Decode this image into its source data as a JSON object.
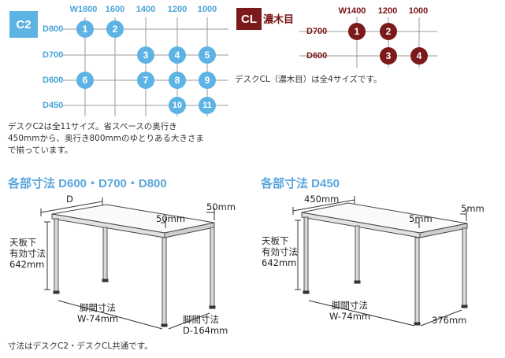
{
  "c2": {
    "badge": "C2",
    "widths": [
      "W1800",
      "1600",
      "1400",
      "1200",
      "1000"
    ],
    "depths": [
      "D800",
      "D700",
      "D600",
      "D450"
    ],
    "items": [
      {
        "label": "1",
        "w": "W1800",
        "d": "D800"
      },
      {
        "label": "2",
        "w": "1600",
        "d": "D800"
      },
      {
        "label": "3",
        "w": "1400",
        "d": "D700"
      },
      {
        "label": "4",
        "w": "1200",
        "d": "D700"
      },
      {
        "label": "5",
        "w": "1000",
        "d": "D700"
      },
      {
        "label": "6",
        "w": "W1800",
        "d": "D600"
      },
      {
        "label": "7",
        "w": "1400",
        "d": "D600"
      },
      {
        "label": "8",
        "w": "1200",
        "d": "D600"
      },
      {
        "label": "9",
        "w": "1000",
        "d": "D600"
      },
      {
        "label": "10",
        "w": "1200",
        "d": "D450"
      },
      {
        "label": "11",
        "w": "1000",
        "d": "D450"
      }
    ],
    "description": [
      "デスクC2は全11サイズ。省スペースの奥行き",
      "450mmから、奥行き800mmのゆとりある大きさま",
      "で揃っています。"
    ]
  },
  "cl": {
    "badge": "CL",
    "subtitle": "濃木目",
    "widths": [
      "W1400",
      "1200",
      "1000"
    ],
    "depths": [
      "D700",
      "D600"
    ],
    "items": [
      {
        "label": "1",
        "w": "W1400",
        "d": "D700"
      },
      {
        "label": "2",
        "w": "1200",
        "d": "D700"
      },
      {
        "label": "3",
        "w": "1200",
        "d": "D600"
      },
      {
        "label": "4",
        "w": "1000",
        "d": "D600"
      }
    ],
    "description": "デスクCL（濃木目）は全4サイズです。"
  },
  "section_left": {
    "title": "各部寸法 D600・D700・D800",
    "depth_label": "D",
    "dim_50_a": "50mm",
    "dim_50_b": "50mm",
    "height_label": [
      "天板下",
      "有効寸法",
      "642mm"
    ],
    "leg_w_label": [
      "脚間寸法",
      "W-74mm"
    ],
    "leg_d_label": [
      "脚間寸法",
      "D-164mm"
    ]
  },
  "section_right": {
    "title": "各部寸法 D450",
    "depth_label": "450mm",
    "dim_5_a": "5mm",
    "dim_5_b": "5mm",
    "height_label": [
      "天板下",
      "有効寸法",
      "642mm"
    ],
    "leg_w_label": [
      "脚間寸法",
      "W-74mm"
    ],
    "leg_d_label": "376mm"
  },
  "footnote": "寸法はデスクC2・デスクCL共通です。",
  "colors": {
    "c2_accent": "#5cb3e4",
    "cl_accent": "#7a1a1a",
    "title_blue": "#5aa6dd"
  }
}
